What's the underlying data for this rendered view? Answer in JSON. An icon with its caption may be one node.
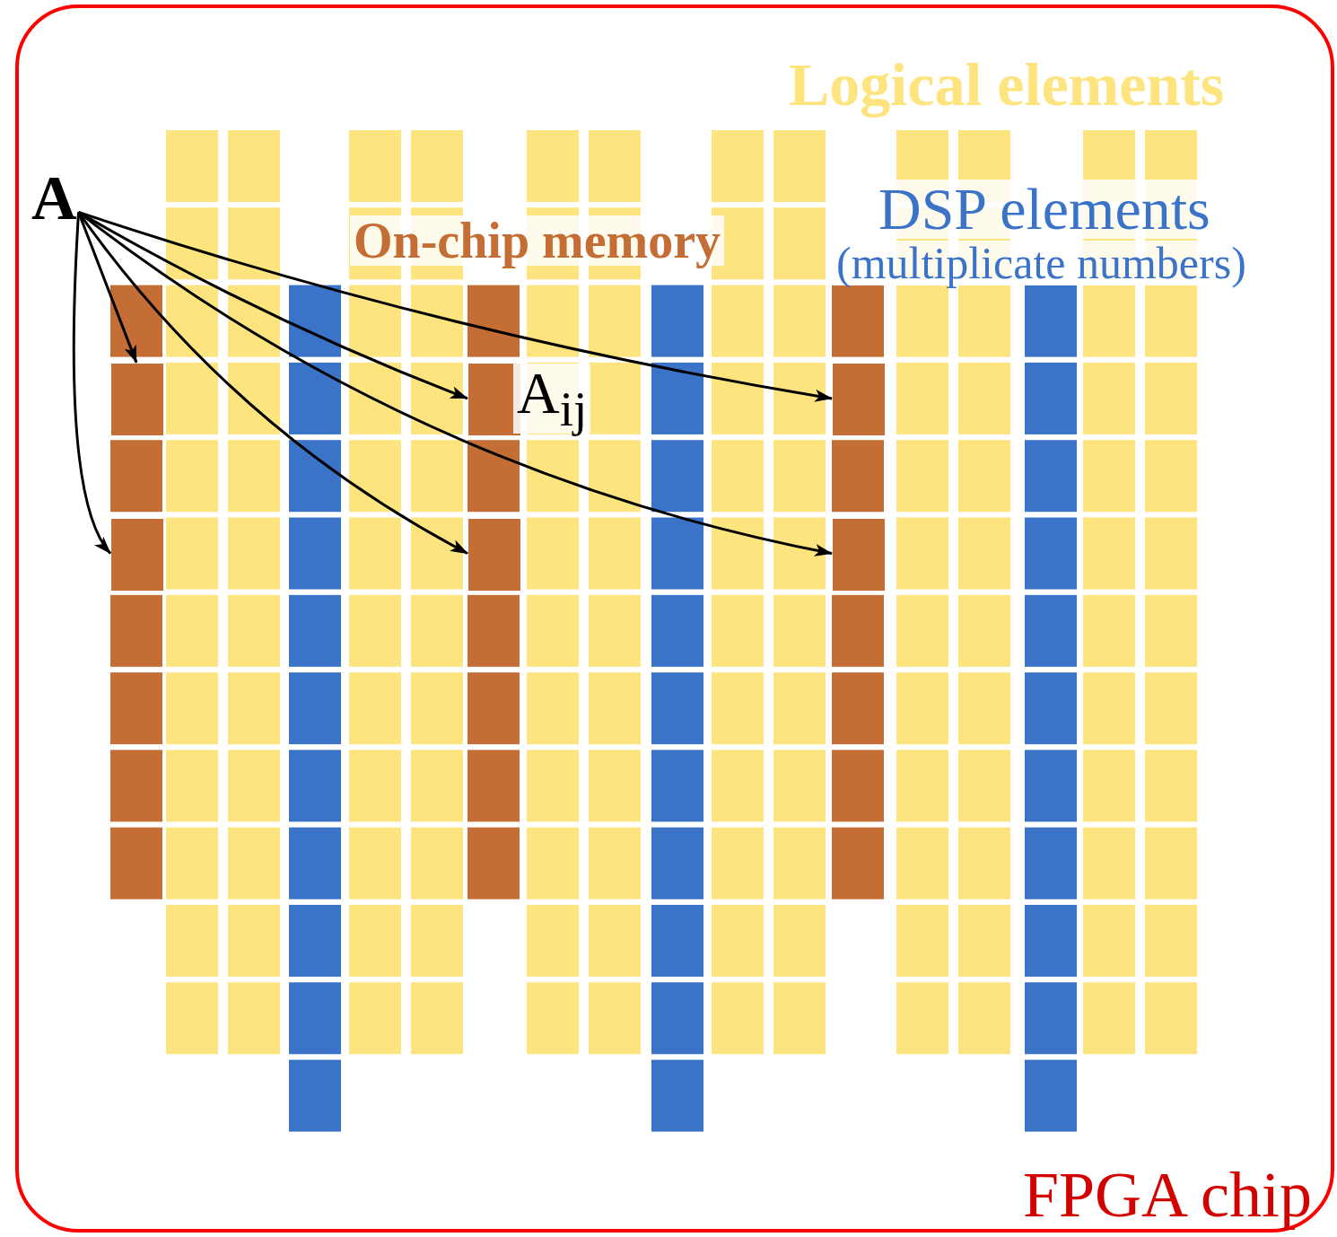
{
  "diagram": {
    "nodes": [
      {
        "text": [
          "FPGA chip"
        ]
      },
      {
        "text": [
          "A"
        ],
        "in": 0
      },
      {
        "text": [],
        "shape": "box",
        "in": 0
      },
      {
        "text": [],
        "shape": "box",
        "in": 0
      },
      {
        "text": [],
        "shape": "box",
        "in": 0
      },
      {
        "text": [],
        "shape": "box",
        "in": 0
      },
      {
        "text": [],
        "shape": "box",
        "in": 0
      },
      {
        "text": [],
        "shape": "box",
        "in": 0
      }
    ],
    "edges": [
      {
        "from": 1,
        "to": 2,
        "arrow": "to"
      },
      {
        "from": 1,
        "to": 3,
        "arrow": "to"
      },
      {
        "from": 1,
        "to": 4,
        "arrow": "to"
      },
      {
        "from": 1,
        "to": 5,
        "arrow": "to"
      },
      {
        "from": 1,
        "to": 6,
        "arrow": "to"
      },
      {
        "from": 1,
        "to": 7,
        "arrow": "to"
      }
    ],
    "labels": [
      "Logical elements",
      "DSP elements",
      "(multiplicate numbers)",
      "On-chip memory",
      "A$_{ij}$"
    ]
  }
}
